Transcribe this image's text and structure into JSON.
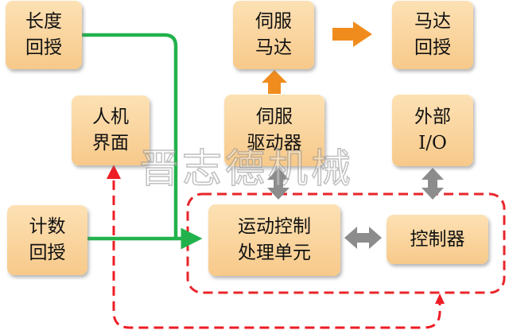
{
  "blocks": {
    "length_feedback": "长度\n回授",
    "servo_motor": "伺服\n马达",
    "motor_feedback": "马达\n回授",
    "hmi": "人机\n界面",
    "servo_driver": "伺服\n驱动器",
    "external_io": "外部\nI/O",
    "count_feedback": "计数\n回授",
    "motion_unit": "运动控制\n处理单元",
    "controller": "控制器"
  },
  "watermark": "晋志德机械",
  "colors": {
    "box_fill_top": "#fde1b4",
    "box_fill_bottom": "#f7c98a",
    "green_line": "#22b24c",
    "red_line": "#ee1c24",
    "orange_arrow": "#f08c1e",
    "gray_arrow": "#8c8c8c",
    "dashed_border": "#e8262b"
  }
}
